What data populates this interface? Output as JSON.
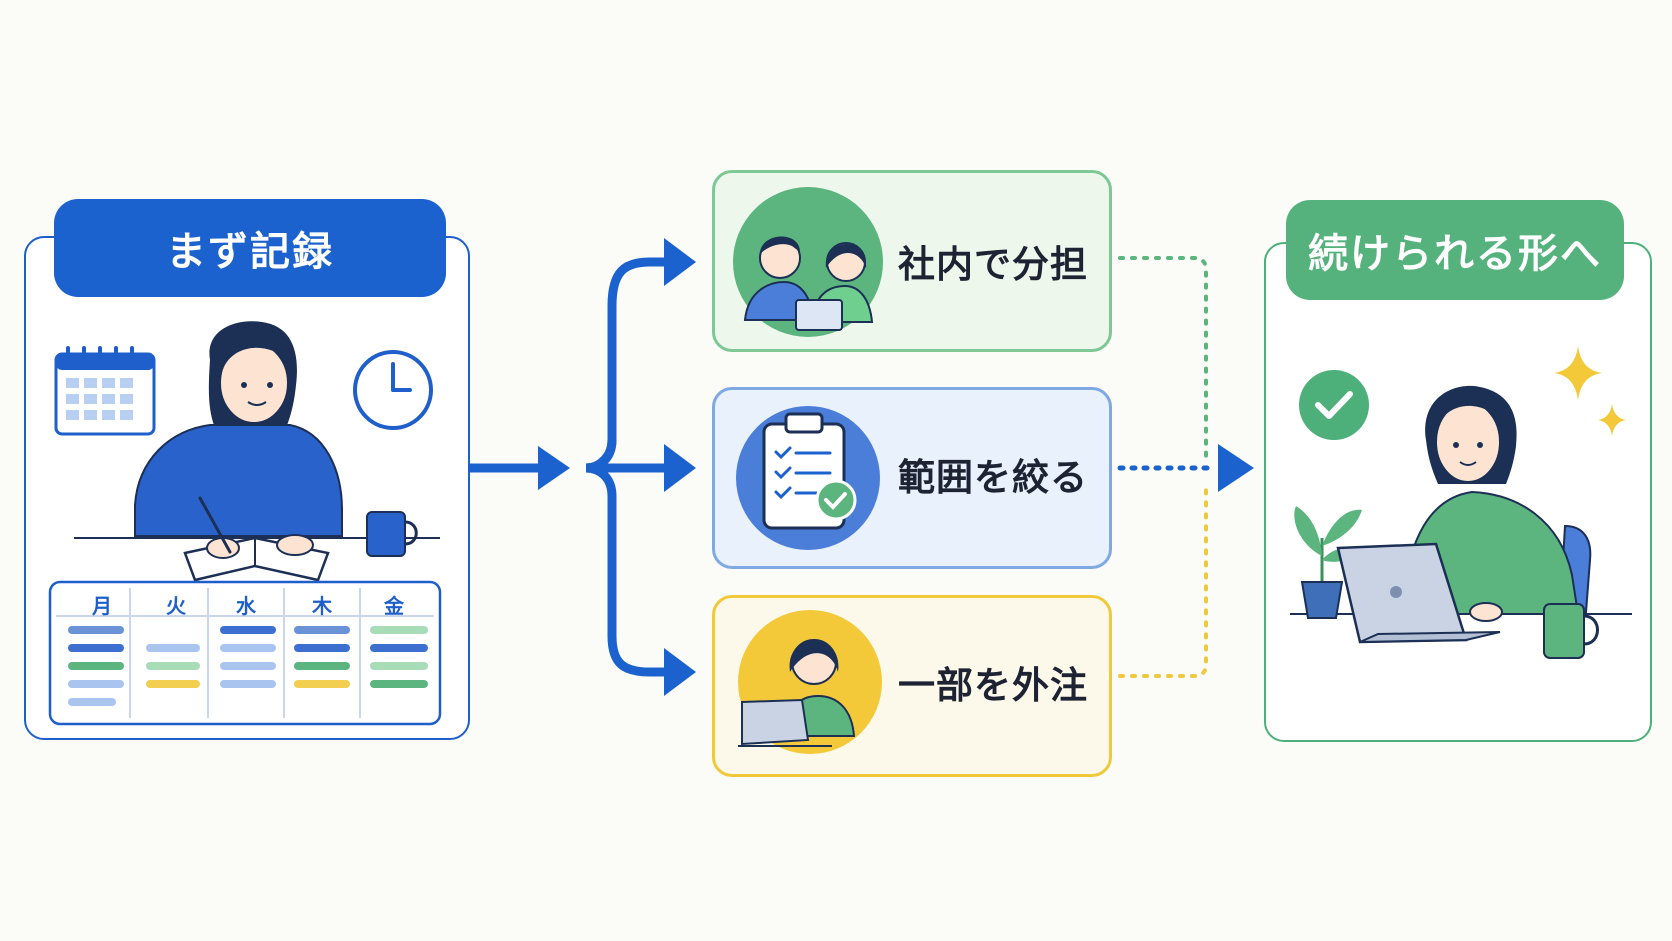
{
  "start": {
    "title": "まず記録"
  },
  "schedule": {
    "days": [
      "月",
      "火",
      "水",
      "木",
      "金"
    ]
  },
  "options": [
    {
      "label": "社内で分担"
    },
    {
      "label": "範囲を絞る"
    },
    {
      "label": "一部を外注"
    }
  ],
  "result": {
    "title": "続けられる形へ"
  },
  "colors": {
    "blue": "#1c62cf",
    "green": "#55b27d",
    "yellow": "#f0c93a",
    "navy": "#1c2f55"
  }
}
